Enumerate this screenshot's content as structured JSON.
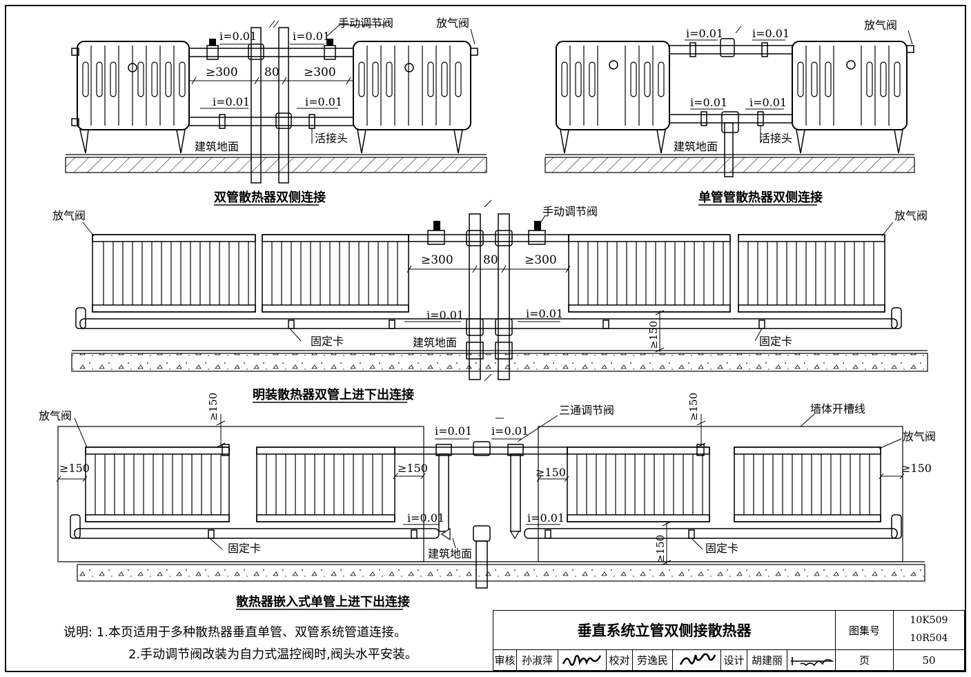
{
  "section1": {
    "title": "双管散热器双侧连接",
    "label_slope_a": "i=0.01",
    "label_slope_b": "i=0.01",
    "label_slope_c": "i=0.01",
    "label_slope_d": "i=0.01",
    "label_valve": "手动调节阀",
    "label_vent": "放气阀",
    "dim_left": "≥300",
    "dim_center": "80",
    "dim_right": "≥300",
    "label_floor": "建筑地面",
    "label_union": "活接头"
  },
  "section2": {
    "title": "单管管散热器双侧连接",
    "label_slope_a": "i=0.01",
    "label_slope_b": "i=0.01",
    "label_slope_c": "i=0.01",
    "label_slope_d": "i=0.01",
    "label_vent": "放气阀",
    "label_floor": "建筑地面",
    "label_union": "活接头"
  },
  "section3": {
    "title": "明装散热器双管上进下出连接",
    "label_vent_left": "放气阀",
    "label_vent_right": "放气阀",
    "label_valve": "手动调节阀",
    "dim_left": "≥300",
    "dim_center": "80",
    "dim_right": "≥300",
    "label_slope_left": "i=0.01",
    "label_slope_right": "i=0.01",
    "dim_height": "≥150",
    "label_clip_left": "固定卡",
    "label_clip_right": "固定卡",
    "label_floor": "建筑地面"
  },
  "section4": {
    "title": "散热器嵌入式单管上进下出连接",
    "label_vent_left": "放气阀",
    "label_vent_right": "放气阀",
    "label_three_way": "三通调节阀",
    "label_groove": "墙体开槽线",
    "dim_top_left": "≥150",
    "dim_top_right": "≥150",
    "dim_side_left": "≥150",
    "dim_side_mid_left": "≥150",
    "dim_side_mid_right": "≥150",
    "dim_side_right": "≥150",
    "dim_bottom": "≥150",
    "label_slope_top_left": "i=0.01",
    "label_slope_top_right": "i=0.01",
    "label_slope_bottom_left": "i=0.01",
    "label_slope_bottom_right": "i=0.01",
    "label_clip_left": "固定卡",
    "label_clip_right": "固定卡",
    "label_floor": "建筑地面"
  },
  "notes": {
    "line1": "说明: 1.本页适用于多种散热器垂直单管、双管系统管道连接。",
    "line2": "2.手动调节阀改装为自力式温控阀时,阀头水平安装。"
  },
  "title_block": {
    "drawing_title": "垂直系统立管双侧接散热器",
    "atlas_label": "图集号",
    "atlas_no_1": "10K509",
    "atlas_no_2": "10R504",
    "review_label": "审核",
    "review_name": "孙淑萍",
    "check_label": "校对",
    "check_name": "劳逸民",
    "design_label": "设计",
    "design_name": "胡建丽",
    "page_label": "页",
    "page_no": "50"
  }
}
